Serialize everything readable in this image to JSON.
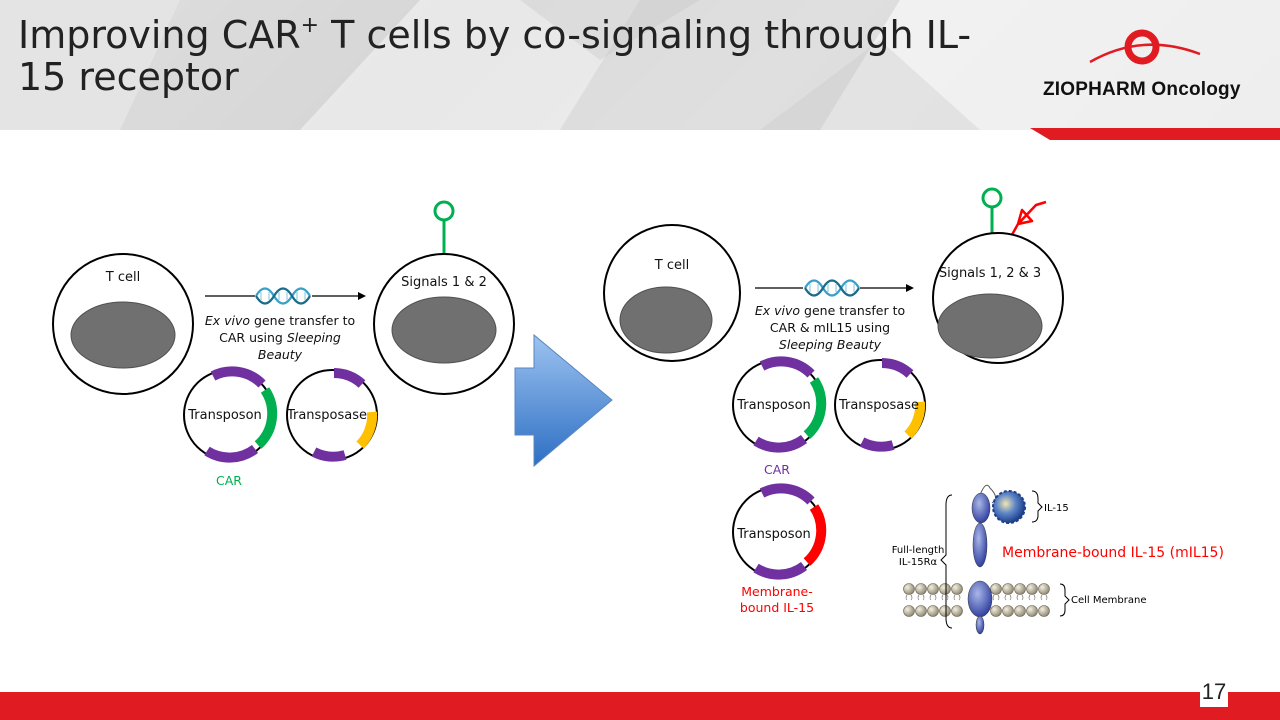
{
  "title": {
    "main_before": "Improving CAR",
    "superscript": "+",
    "main_after": " T cells by co-signaling through IL-15 receptor"
  },
  "logo": {
    "text": "ZIOPHARM Oncology"
  },
  "left_panel": {
    "cell_label": "T cell",
    "transfer_line1_italic": "Ex vivo",
    "transfer_line1_rest": " gene transfer to",
    "transfer_line2_plain": "CAR using ",
    "transfer_line2_italic": "Sleeping",
    "transfer_line3_italic": "Beauty",
    "result_label": "Signals 1 & 2",
    "transposon_label": "Transposon",
    "transposase_label": "Transposase",
    "car_label": "CAR"
  },
  "right_panel": {
    "cell_label": "T cell",
    "transfer_line1_italic": "Ex vivo",
    "transfer_line1_rest": " gene transfer to",
    "transfer_line2": "CAR & mIL15 using",
    "transfer_line3_italic": "Sleeping Beauty",
    "result_label": "Signals 1, 2 & 3",
    "transposon_label": "Transposon",
    "transposase_label": "Transposase",
    "car_label": "CAR",
    "transposon2_label": "Transposon",
    "membrane_label_line1": "Membrane-",
    "membrane_label_line2": "bound IL-15"
  },
  "mil15_figure": {
    "il15_label": "IL-15",
    "receptor_label_line1": "Full-length",
    "receptor_label_line2": "IL-15Rα",
    "membrane_label": "Cell Membrane",
    "caption": "Membrane-bound IL-15 (mIL15)"
  },
  "page_number": "17",
  "colors": {
    "purple": "#7030a0",
    "green": "#00b050",
    "yellow": "#ffc000",
    "red": "#ff0000",
    "nucleus": "#707070",
    "brand_red": "#e01b22"
  }
}
